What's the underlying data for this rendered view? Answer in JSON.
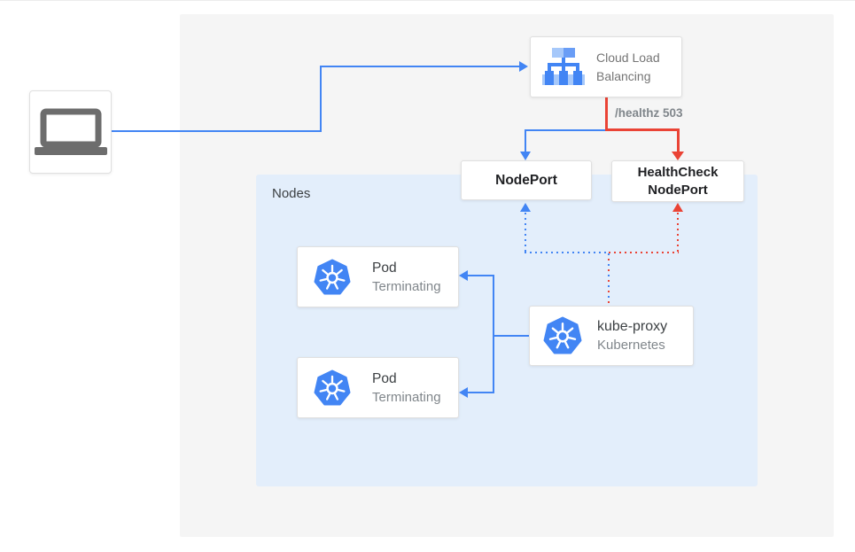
{
  "colors": {
    "blue": "#4285f4",
    "red": "#ea4335",
    "background_gray": "#f5f5f5",
    "nodes_background": "#e3eefb",
    "box_border": "#e0e0e0",
    "text_dark": "#202124",
    "text_gray": "#80868b"
  },
  "icons": {
    "laptop": "laptop-icon",
    "cloud_load_balancing": "cloud-load-balancing-icon",
    "kubernetes": "kubernetes-icon"
  },
  "labels": {
    "cloud_load_balancing_line1": "Cloud Load",
    "cloud_load_balancing_line2": "Balancing",
    "healthz": "/healthz 503",
    "nodeport": "NodePort",
    "healthcheck_line1": "HealthCheck",
    "healthcheck_line2": "NodePort",
    "nodes": "Nodes",
    "pod1_title": "Pod",
    "pod1_status": "Terminating",
    "pod2_title": "Pod",
    "pod2_status": "Terminating",
    "kube_proxy_title": "kube-proxy",
    "kube_proxy_subtitle": "Kubernetes"
  }
}
